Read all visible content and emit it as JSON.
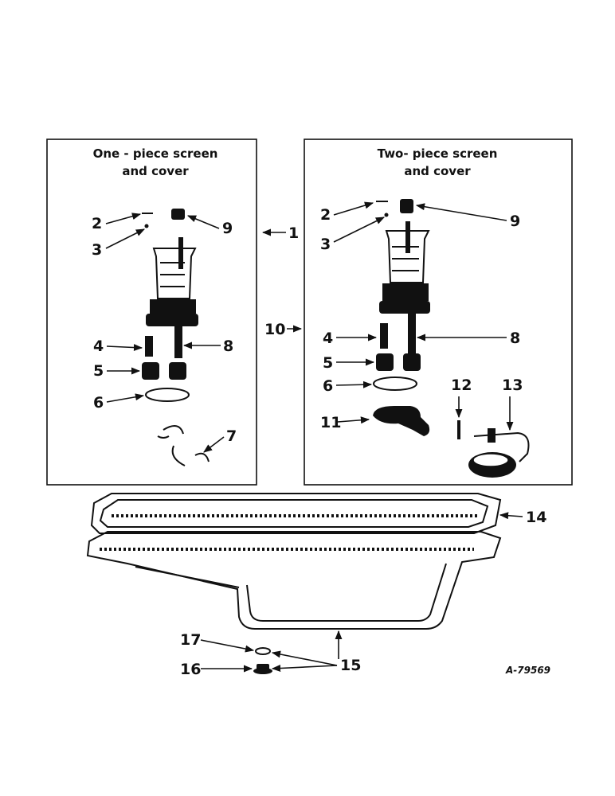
{
  "panels": {
    "left_title_line1": "One - piece screen",
    "left_title_line2": "and cover",
    "right_title_line1": "Two- piece screen",
    "right_title_line2": "and cover"
  },
  "callouts": {
    "c1": "1",
    "c2_left": "2",
    "c3_left": "3",
    "c4_left": "4",
    "c5_left": "5",
    "c6_left": "6",
    "c7": "7",
    "c8_left": "8",
    "c9_left": "9",
    "c10": "10",
    "c2_right": "2",
    "c3_right": "3",
    "c4_right": "4",
    "c5_right": "5",
    "c6_right": "6",
    "c8_right": "8",
    "c9_right": "9",
    "c11": "11",
    "c12": "12",
    "c13": "13",
    "c14": "14",
    "c15": "15",
    "c16": "16",
    "c17": "17"
  },
  "reference_code": "A-79569",
  "colors": {
    "ink": "#111111",
    "paper": "#ffffff"
  }
}
